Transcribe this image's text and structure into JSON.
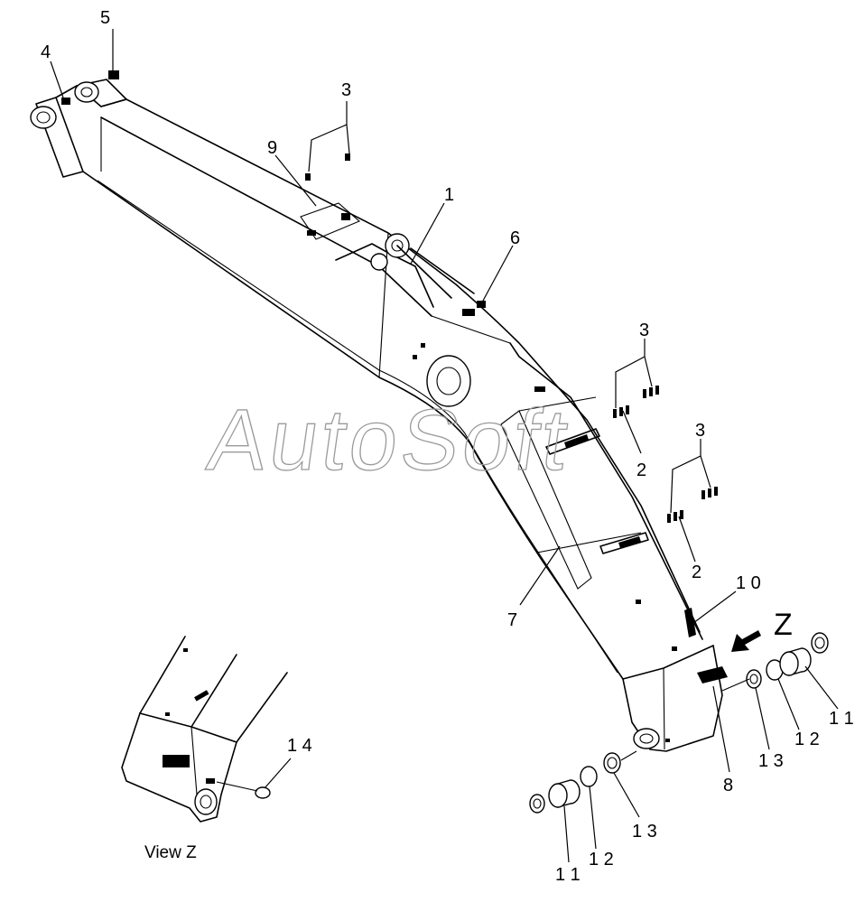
{
  "watermark": "AutoSoft",
  "view_caption": "View Z",
  "view_marker": "Z",
  "labels": {
    "p1": "1",
    "p2a": "2",
    "p2b": "2",
    "p3a": "3",
    "p3b": "3",
    "p3c": "3",
    "p4": "4",
    "p5": "5",
    "p6": "6",
    "p7": "7",
    "p8": "8",
    "p9": "9",
    "p10": "1 0",
    "p11a": "1 1",
    "p11b": "1 1",
    "p12a": "1 2",
    "p12b": "1 2",
    "p13a": "1 3",
    "p13b": "1 3",
    "p14": "1 4"
  }
}
